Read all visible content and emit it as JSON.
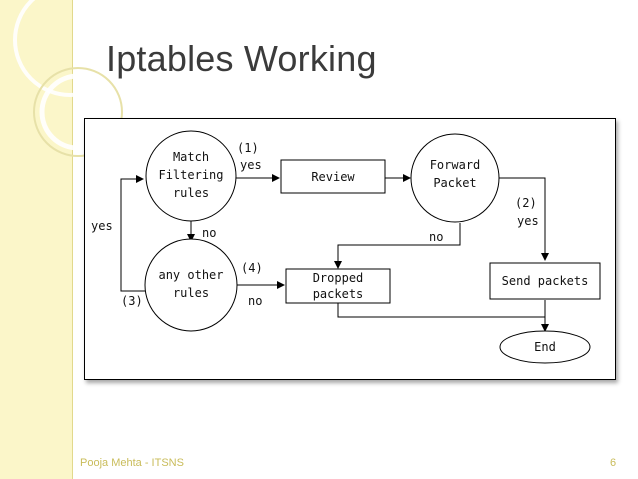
{
  "slide": {
    "title": "Iptables Working",
    "footer_text": "Pooja Mehta - ITSNS",
    "page_number": "6"
  },
  "diagram": {
    "nodes": {
      "match_line1": "Match",
      "match_line2": "Filtering",
      "match_line3": "rules",
      "review": "Review",
      "forward_line1": "Forward",
      "forward_line2": "Packet",
      "other_line1": "any other",
      "other_line2": "rules",
      "dropped_line1": "Dropped",
      "dropped_line2": "packets",
      "send": "Send packets",
      "end": "End"
    },
    "labels": {
      "step1": "(1)",
      "yes1": "yes",
      "step2": "(2)",
      "yes2": "yes",
      "step3": "(3)",
      "step4": "(4)",
      "yes_left": "yes",
      "no_match": "no",
      "no_forward": "no",
      "no_other": "no"
    }
  },
  "colors": {
    "band": "#fbf6c9",
    "footer": "#c9bc5a",
    "title": "#3b3b3b"
  }
}
